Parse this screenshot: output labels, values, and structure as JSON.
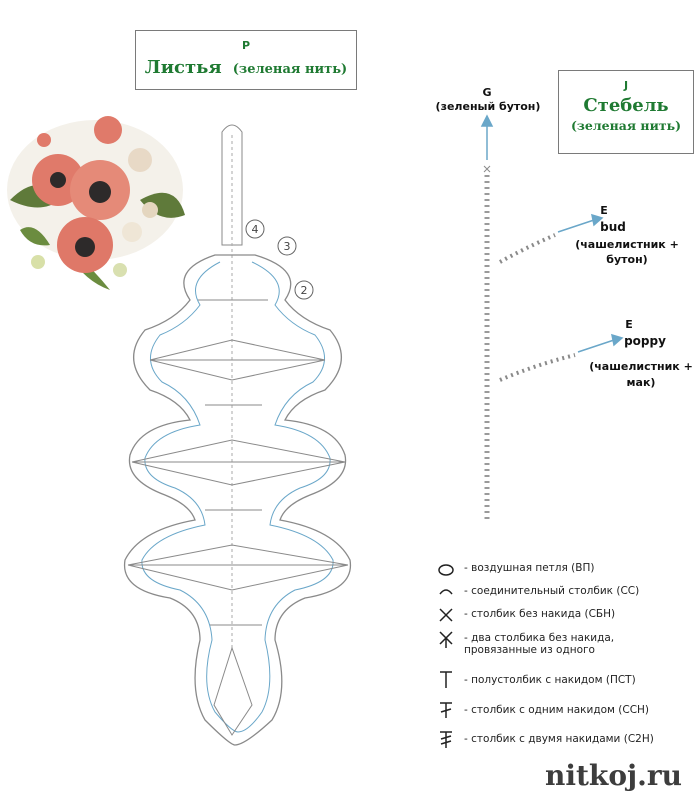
{
  "leaf_box": {
    "letter": "P",
    "title": "Листья",
    "subtitle": "(зеленая нить)"
  },
  "stem_box": {
    "letter": "J",
    "title": "Стебель",
    "subtitle": "(зеленая нить)"
  },
  "stem_top": {
    "letter": "G",
    "caption": "(зеленый бутон)"
  },
  "branch_bud": {
    "letter": "E",
    "name": "bud",
    "caption_line1": "(чашелистник +",
    "caption_line2": "бутон)"
  },
  "branch_poppy": {
    "letter": "E",
    "name": "poppy",
    "caption_line1": "(чашелистник +",
    "caption_line2": "мак)"
  },
  "leaf_markers": [
    "4",
    "3",
    "2"
  ],
  "legend": [
    {
      "icon": "oval-chain-icon",
      "text": "- воздушная петля (ВП)"
    },
    {
      "icon": "slip-stitch-icon",
      "text": "- соединительный столбик (СС)"
    },
    {
      "icon": "single-crochet-icon",
      "text": "- столбик без накида (СБН)"
    },
    {
      "icon": "sc2tog-icon",
      "text": "- два столбика без накида, провязанные из одного"
    },
    {
      "icon": "half-double-icon",
      "text": "- полустолбик с накидом (ПСТ)"
    },
    {
      "icon": "double-crochet-icon",
      "text": "- столбик с одним накидом (ССН)"
    },
    {
      "icon": "treble-crochet-icon",
      "text": "- столбик с двумя накидами (С2Н)"
    }
  ],
  "watermark": "nitkoj.ru",
  "colors": {
    "title_green": "#1f7a32",
    "chart_gray": "#8a8a8a",
    "chart_blue": "#6aa7c9",
    "poppy": "#e07a6a",
    "leaf": "#5f7a3a"
  }
}
